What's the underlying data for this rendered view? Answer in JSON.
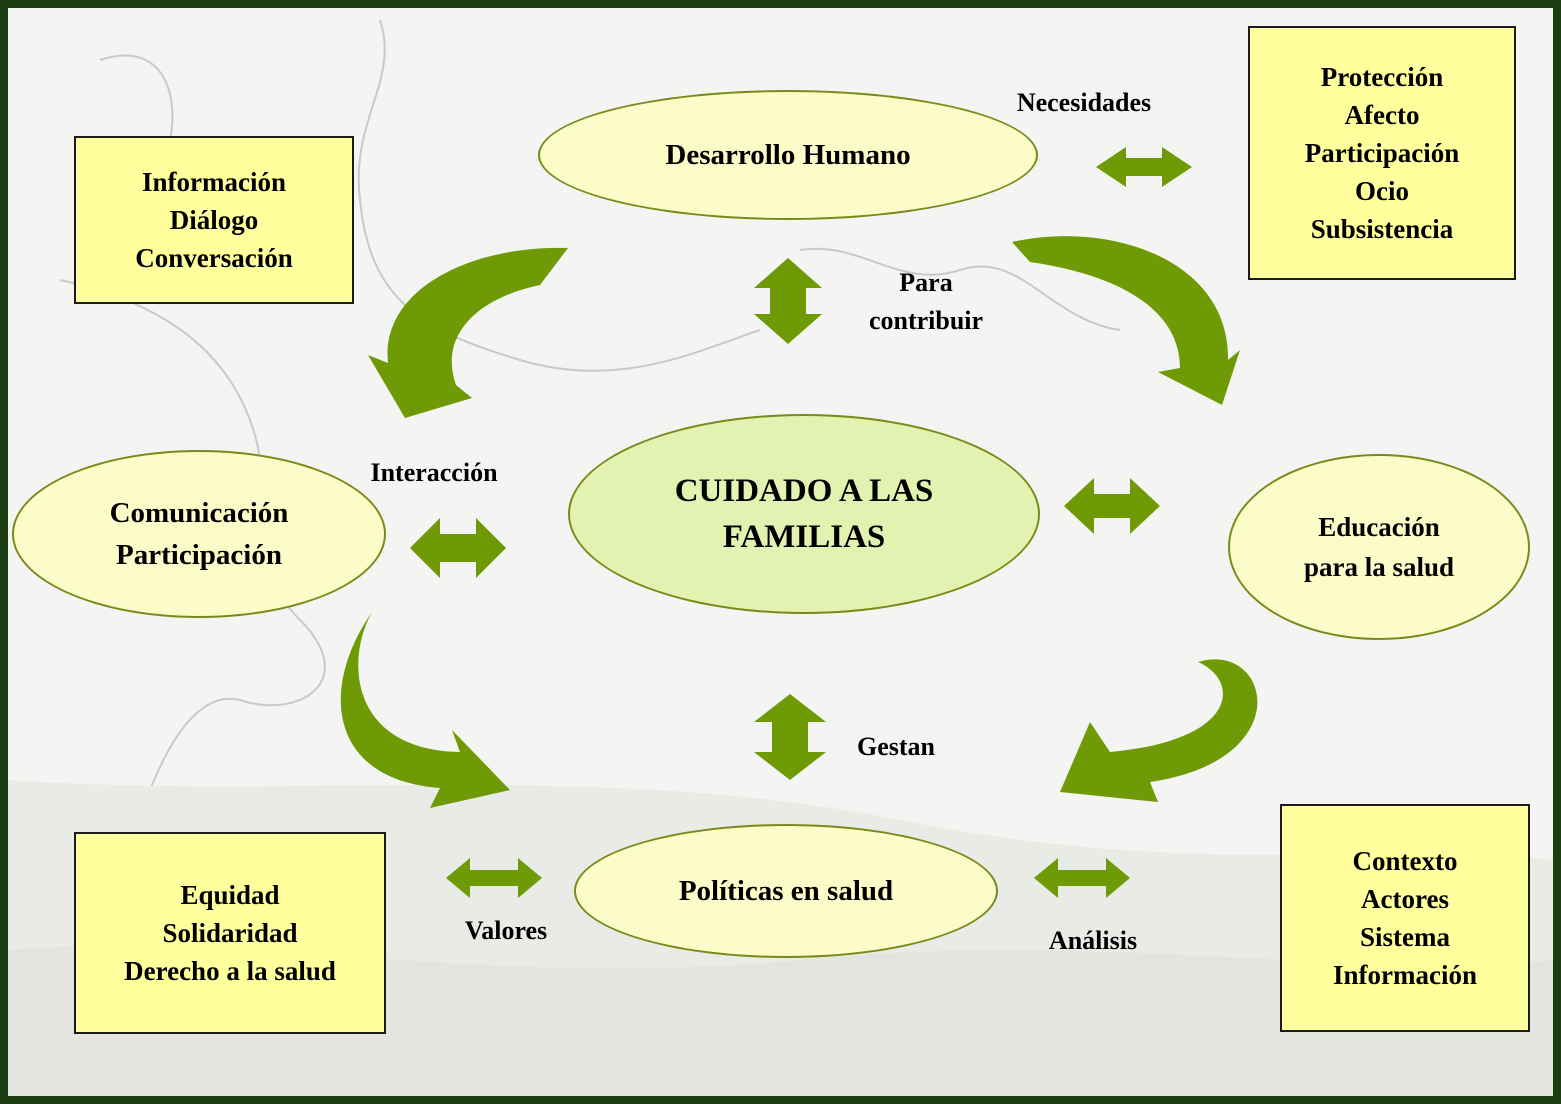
{
  "colors": {
    "frame": "#1a3d12",
    "arrow": "#6e9a05",
    "ellipse_fill": "#fbfcc8",
    "center_fill": "#e3f2b0",
    "box_fill": "#ffff9e"
  },
  "nodes": {
    "desarrollo": "Desarrollo Humano",
    "cuidado_1": "CUIDADO A LAS",
    "cuidado_2": "FAMILIAS",
    "comunicacion_1": "Comunicación",
    "comunicacion_2": "Participación",
    "educacion_1": "Educación",
    "educacion_2": "para la salud",
    "politicas": "Políticas en salud"
  },
  "boxes": {
    "info": [
      "Información",
      "Diálogo",
      "Conversación"
    ],
    "necesidades": [
      "Protección",
      "Afecto",
      "Participación",
      "Ocio",
      "Subsistencia"
    ],
    "valores": [
      "Equidad",
      "Solidaridad",
      "Derecho a la salud"
    ],
    "analisis": [
      "Contexto",
      "Actores",
      "Sistema",
      "Información"
    ]
  },
  "labels": {
    "necesidades": "Necesidades",
    "para_1": "Para",
    "para_2": "contribuir",
    "interaccion": "Interacción",
    "gestan": "Gestan",
    "valores": "Valores",
    "analisis": "Análisis"
  }
}
